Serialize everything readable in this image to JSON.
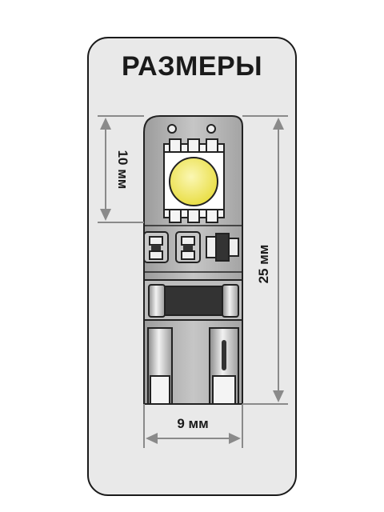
{
  "title": "РАЗМЕРЫ",
  "dimensions": {
    "width_label": "9 мм",
    "led_section_label": "10 мм",
    "length_label": "25 мм"
  },
  "colors": {
    "card_background": "#e9e9e9",
    "pcb": "#b5b5b5",
    "led": "#f3ec6c",
    "text": "#1a1a1a"
  }
}
